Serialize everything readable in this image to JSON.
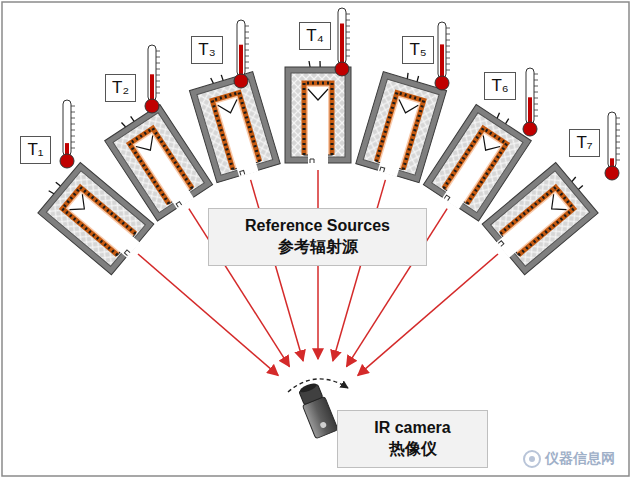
{
  "diagram": {
    "nodes": [
      {
        "text": [
          "T₁"
        ]
      },
      {
        "text": [
          "T₂"
        ]
      },
      {
        "text": [
          "T₃"
        ]
      },
      {
        "text": [
          "T₄"
        ]
      },
      {
        "text": [
          "T₅"
        ]
      },
      {
        "text": [
          "T₆"
        ]
      },
      {
        "text": [
          "T₇"
        ]
      },
      {
        "text": [
          "Reference Sources",
          "参考辐射源"
        ]
      },
      {
        "text": [
          "IR camera",
          "热像仪"
        ]
      }
    ],
    "labels": [
      "仪器信息网"
    ]
  }
}
